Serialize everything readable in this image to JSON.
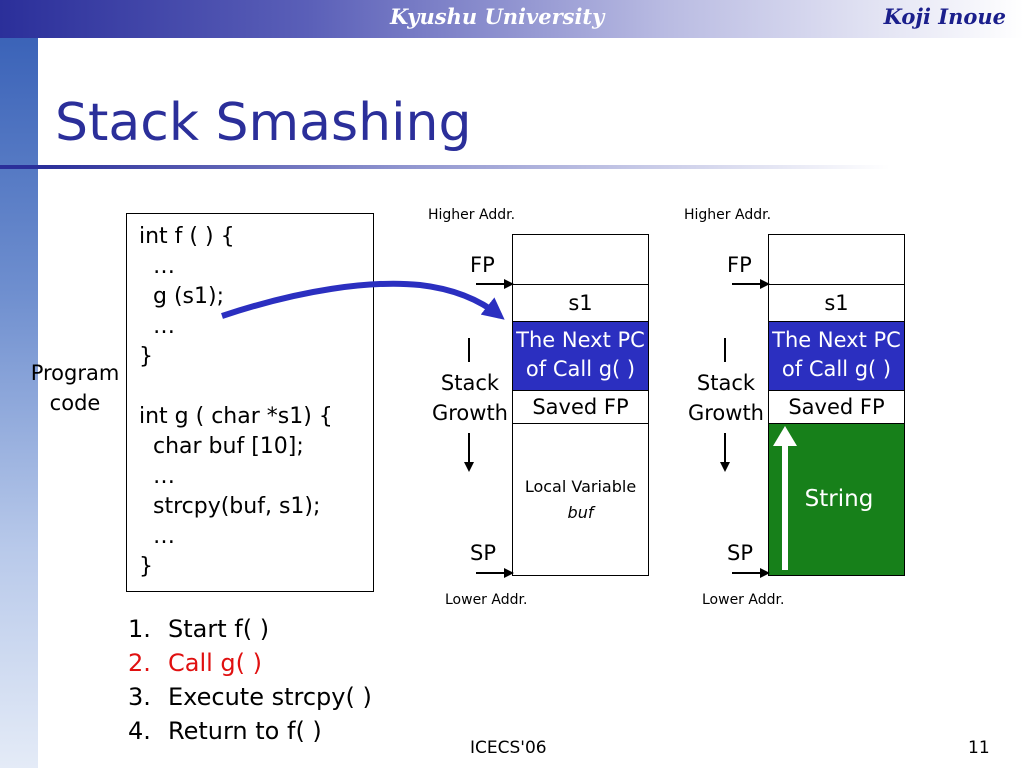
{
  "header": {
    "university": "Kyushu University",
    "author": "Koji Inoue"
  },
  "slide": {
    "title": "Stack Smashing",
    "footer_center": "ICECS'06",
    "page_number": "11"
  },
  "code": {
    "label_line1": "Program",
    "label_line2": "code",
    "lines": [
      "int f ( ) {",
      "  …",
      "  g (s1);",
      "  …",
      "}",
      "",
      "int g ( char *s1) {",
      "  char buf [10];",
      "  …",
      "  strcpy(buf, s1);",
      "  …",
      "}"
    ]
  },
  "stack_left": {
    "higher": "Higher Addr.",
    "lower": "Lower Addr.",
    "fp": "FP",
    "sp": "SP",
    "growth_line1": "Stack",
    "growth_line2": "Growth",
    "s1": "s1",
    "next_pc_line1": "The Next PC",
    "next_pc_line2": "of Call g( )",
    "saved_fp": "Saved FP",
    "local_line1": "Local Variable",
    "local_line2": "buf"
  },
  "stack_right": {
    "higher": "Higher Addr.",
    "lower": "Lower Addr.",
    "fp": "FP",
    "sp": "SP",
    "growth_line1": "Stack",
    "growth_line2": "Growth",
    "s1": "s1",
    "next_pc_line1": "The Next PC",
    "next_pc_line2": "of Call g( )",
    "saved_fp": "Saved FP",
    "string": "String"
  },
  "steps": [
    {
      "num": "1.",
      "text": "Start f( )"
    },
    {
      "num": "2.",
      "text": "Call g( )"
    },
    {
      "num": "3.",
      "text": "Execute strcpy( )"
    },
    {
      "num": "4.",
      "text": "Return to f( )"
    }
  ],
  "colors": {
    "highlight_fill": "#2b2fc0",
    "string_fill": "#17801a",
    "active_step": "#e01010",
    "arrow": "#2b2fc0"
  }
}
